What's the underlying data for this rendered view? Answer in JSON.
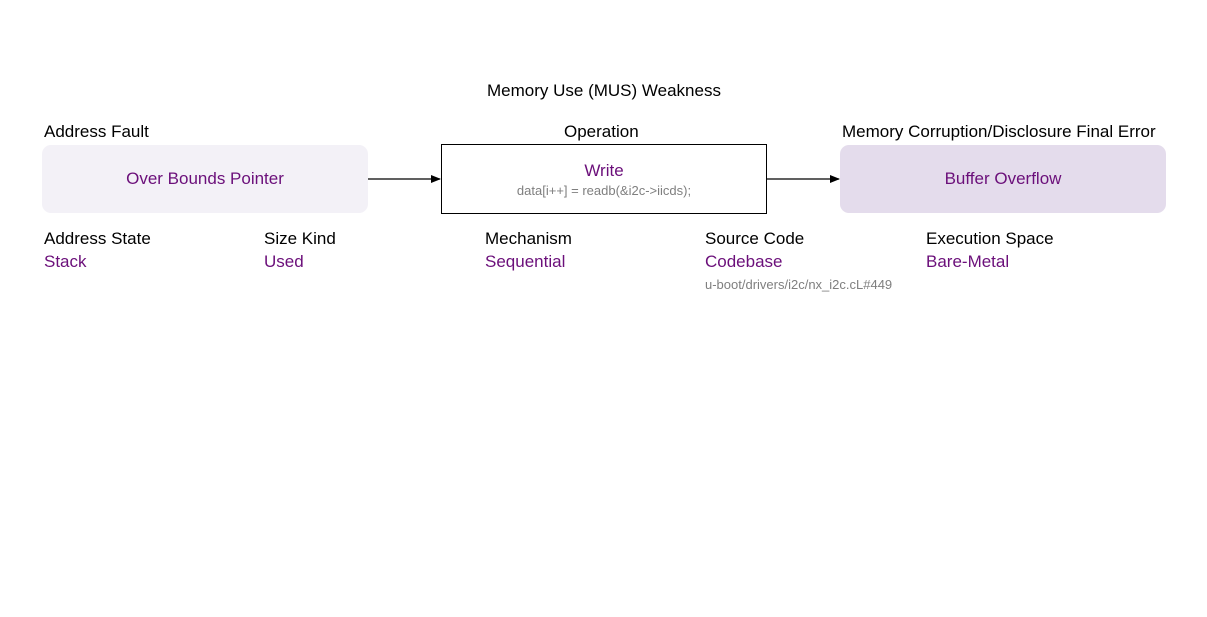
{
  "diagram": {
    "title": "Memory Use (MUS) Weakness",
    "cause": {
      "header": "Address Fault",
      "label": "Over Bounds Pointer"
    },
    "operation": {
      "header": "Operation",
      "label": "Write",
      "code": "data[i++] = readb(&i2c->iicds);"
    },
    "consequence": {
      "header": "Memory Corruption/Disclosure Final Error",
      "label": "Buffer Overflow"
    },
    "attributes": [
      {
        "label": "Address State",
        "value": "Stack"
      },
      {
        "label": "Size Kind",
        "value": "Used"
      },
      {
        "label": "Mechanism",
        "value": "Sequential"
      },
      {
        "label": "Source Code",
        "value": "Codebase",
        "detail": "u-boot/drivers/i2c/nx_i2c.cL#449"
      },
      {
        "label": "Execution Space",
        "value": "Bare-Metal"
      }
    ],
    "colors": {
      "accent_text": "#6b0f7a",
      "left_box_fill": "#f3f1f7",
      "right_box_fill": "#e4dcec",
      "code_text": "#7f7f7f"
    }
  }
}
